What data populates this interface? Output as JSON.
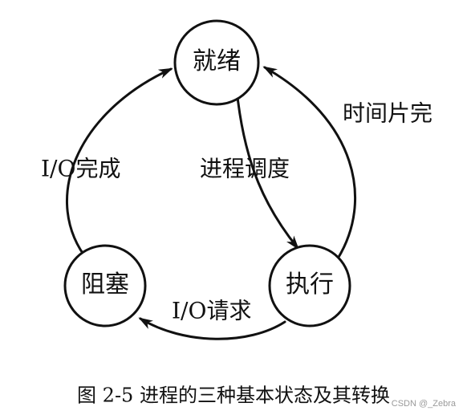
{
  "states": {
    "ready": "就绪",
    "running": "执行",
    "blocked": "阻塞"
  },
  "transitions": {
    "timeslice_expired": "时间片完",
    "schedule": "进程调度",
    "io_request": "I/O请求",
    "io_complete": "I/O完成"
  },
  "caption": "图 2-5 进程的三种基本状态及其转换",
  "watermark": "CSDN @_Zebra"
}
